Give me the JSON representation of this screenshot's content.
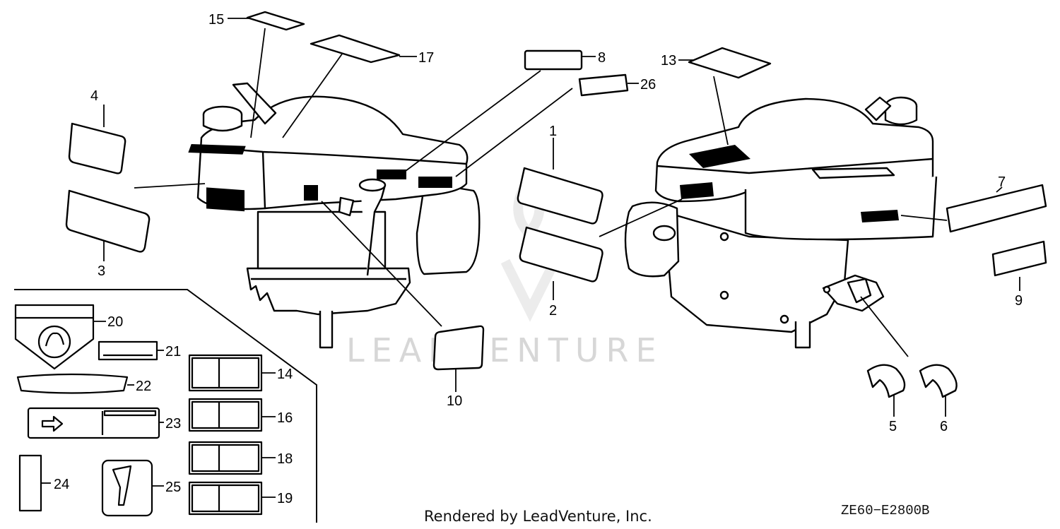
{
  "watermark": "LEADVENTURE",
  "footer_text": "Rendered by LeadVenture, Inc.",
  "diagram_code": "ZE60−E2800B",
  "callouts": {
    "n1": "1",
    "n2": "2",
    "n3": "3",
    "n4": "4",
    "n5": "5",
    "n6": "6",
    "n7": "7",
    "n8": "8",
    "n9": "9",
    "n10": "10",
    "n13": "13",
    "n14": "14",
    "n15": "15",
    "n16": "16",
    "n17": "17",
    "n18": "18",
    "n19": "19",
    "n20": "20",
    "n21": "21",
    "n22": "22",
    "n23": "23",
    "n24": "24",
    "n25": "25",
    "n26": "26"
  },
  "icons": {
    "engine_left": "engine-illustration",
    "engine_right": "engine-illustration",
    "logo": "leadventure-logo"
  },
  "colors": {
    "ink": "#000000",
    "watermark": "#d7d7d7",
    "background": "#ffffff"
  }
}
